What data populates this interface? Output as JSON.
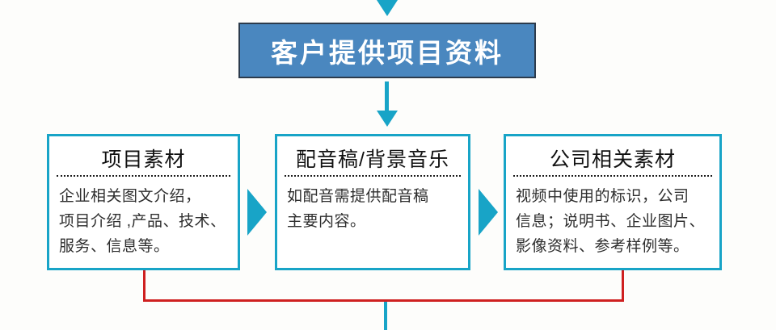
{
  "colors": {
    "background": "#fdfdfb",
    "steel_blue": "#4a87bf",
    "dark_border": "#2c3b4c",
    "cyan": "#18a4c7",
    "red": "#cf2020"
  },
  "flow": {
    "top_box_label": "客户提供项目资料",
    "boxes": [
      {
        "title": "项目素材",
        "body": "企业相关图文介绍，\n项目介绍 ,产品、技术、\n服务、信息等。"
      },
      {
        "title": "配音稿/背景音乐",
        "body": "如配音需提供配音稿\n主要内容。"
      },
      {
        "title": "公司相关素材",
        "body": "视频中使用的标识，公司\n信息；说明书、企业图片、\n影像资料、参考样例等。"
      }
    ]
  }
}
